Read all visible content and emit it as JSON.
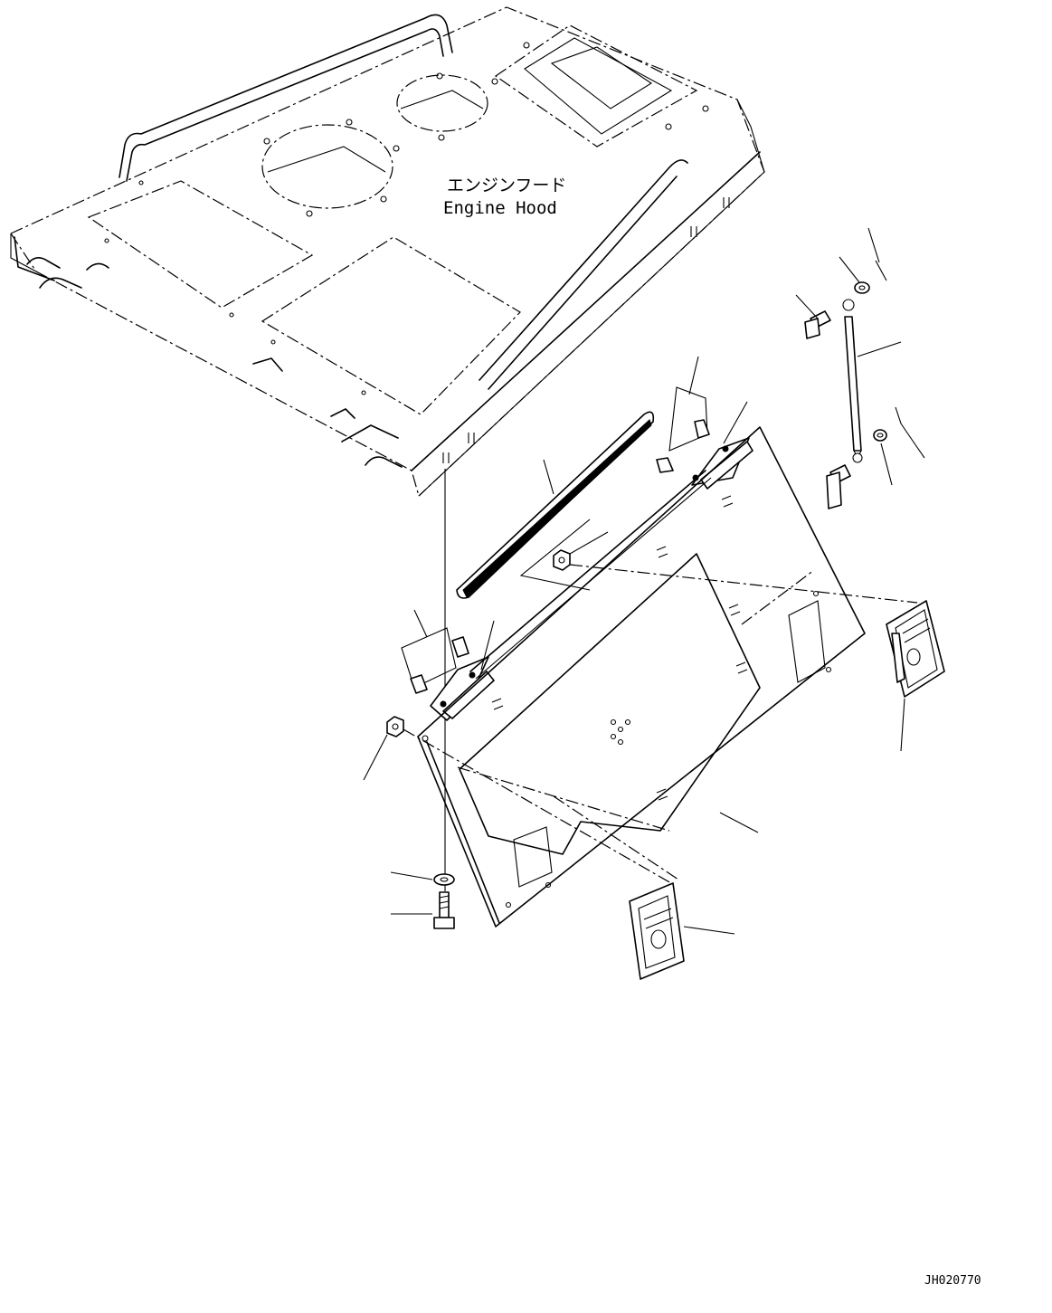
{
  "labels": {
    "hood_jp": "エンジンフード",
    "hood_en": "Engine Hood"
  },
  "drawing_code": "JH020770"
}
